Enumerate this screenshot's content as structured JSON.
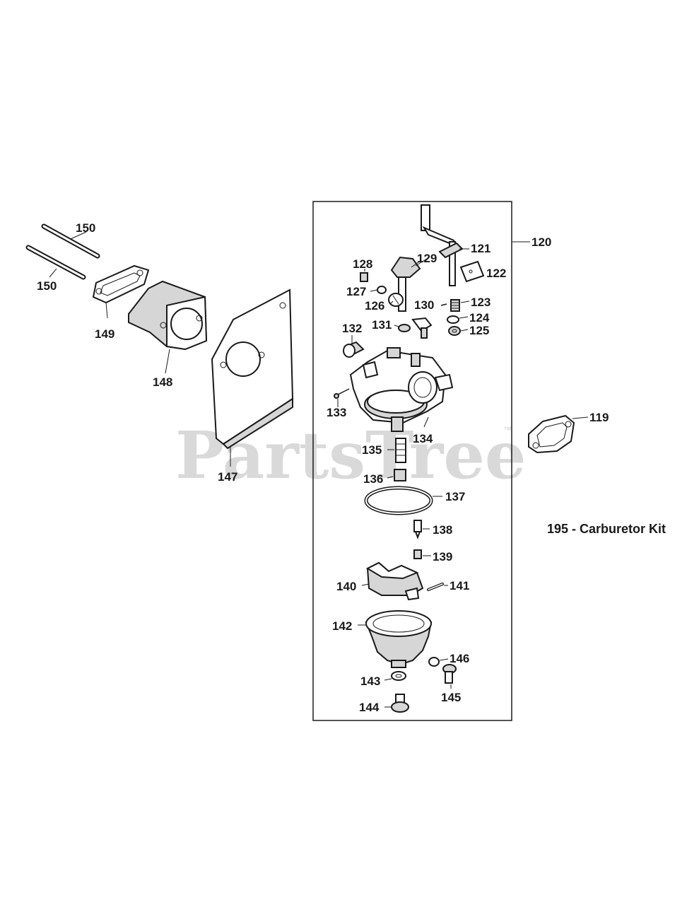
{
  "watermark": {
    "text": "PartsTree",
    "trademark": "™"
  },
  "kit_note": "195 - Carburetor Kit",
  "callouts": {
    "p119": "119",
    "p120": "120",
    "p121": "121",
    "p122": "122",
    "p123": "123",
    "p124": "124",
    "p125": "125",
    "p126": "126",
    "p127": "127",
    "p128": "128",
    "p129": "129",
    "p130": "130",
    "p131": "131",
    "p132": "132",
    "p133": "133",
    "p134": "134",
    "p135": "135",
    "p136": "136",
    "p137": "137",
    "p138": "138",
    "p139": "139",
    "p140": "140",
    "p141": "141",
    "p142": "142",
    "p143": "143",
    "p144": "144",
    "p145": "145",
    "p146": "146",
    "p147": "147",
    "p148": "148",
    "p149": "149",
    "p150": "150"
  }
}
